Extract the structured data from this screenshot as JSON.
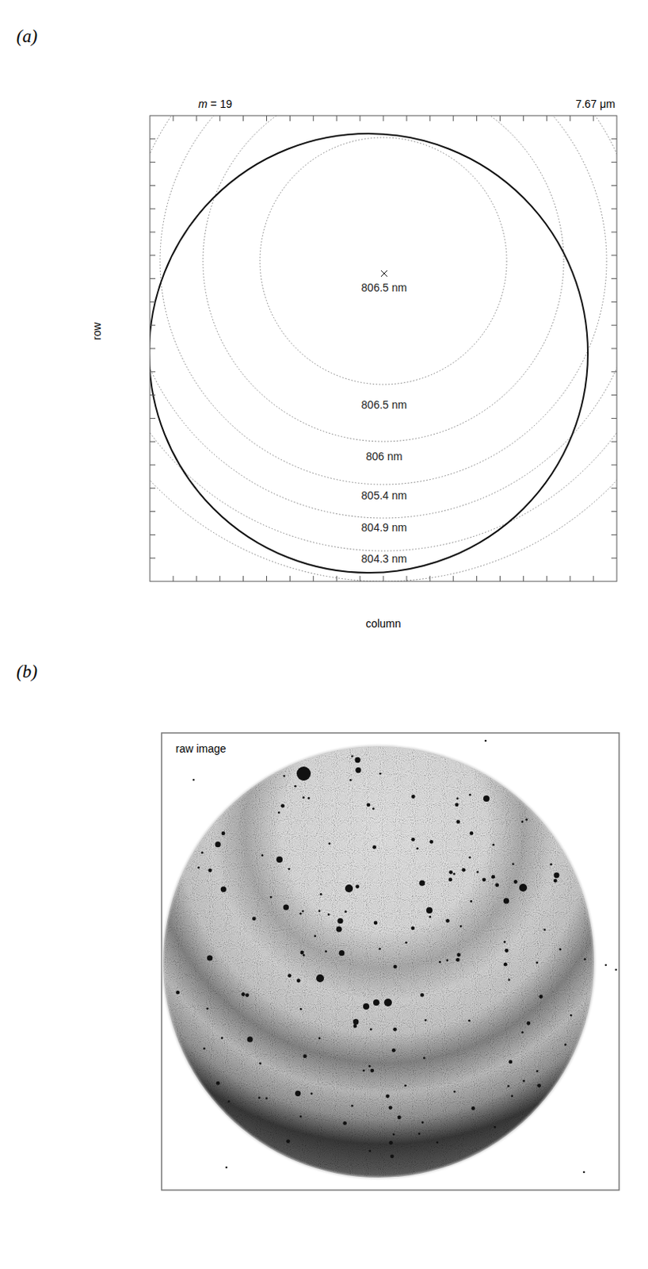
{
  "diagram": {
    "labels": [
      "(a)",
      "m = 19",
      "7.67 μm",
      "806.5 nm",
      "806.5 nm",
      "806 nm",
      "805.4 nm",
      "804.9 nm",
      "804.3 nm",
      "row",
      "column",
      "(b)",
      "raw image"
    ]
  }
}
